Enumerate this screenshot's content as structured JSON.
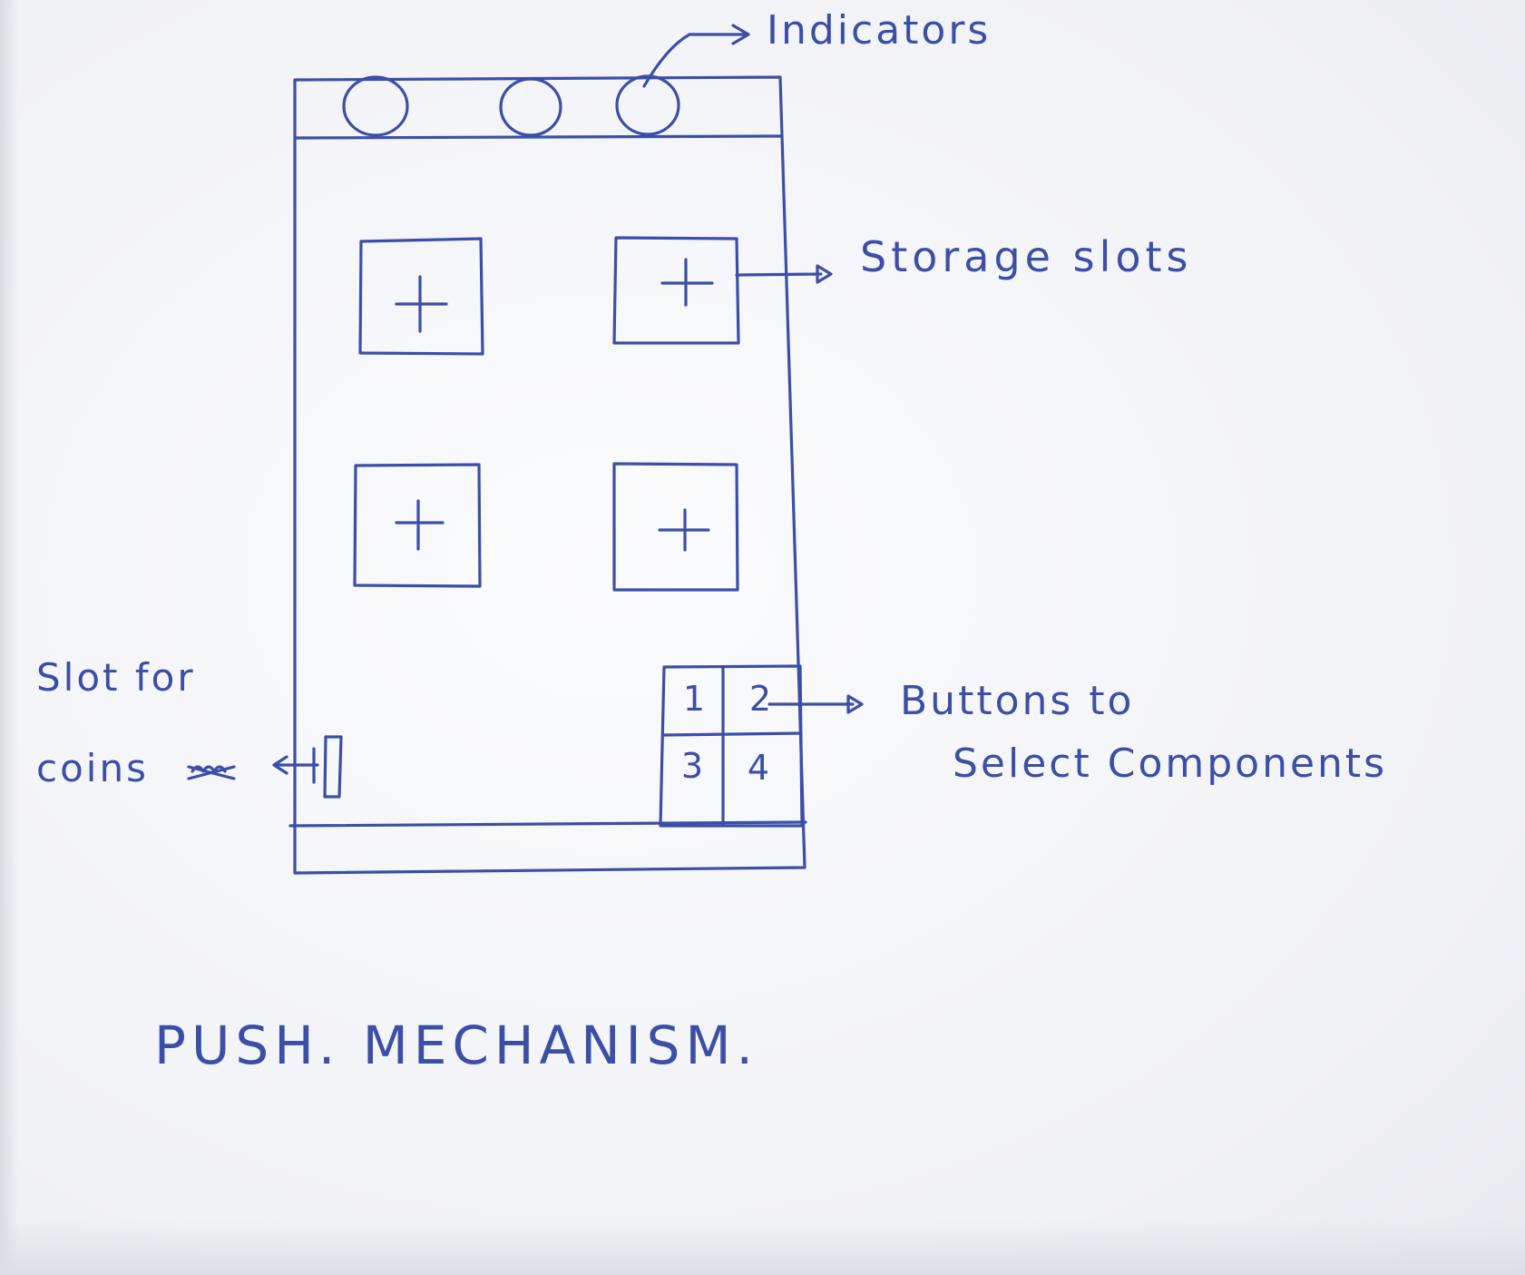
{
  "labels": {
    "indicators": "Indicators",
    "storage_slots": "Storage slots",
    "slot_for_coins_line1": "Slot for",
    "slot_for_coins_line2": "coins",
    "buttons_line1": "Buttons to",
    "buttons_line2": "Select Components",
    "title": "PUSH. MECHANISM."
  },
  "buttons": [
    "1",
    "2",
    "3",
    "4"
  ],
  "storage_slot_symbol": "+",
  "colors": {
    "ink": "#3b4ea8",
    "paper": "#f1f2f6"
  }
}
